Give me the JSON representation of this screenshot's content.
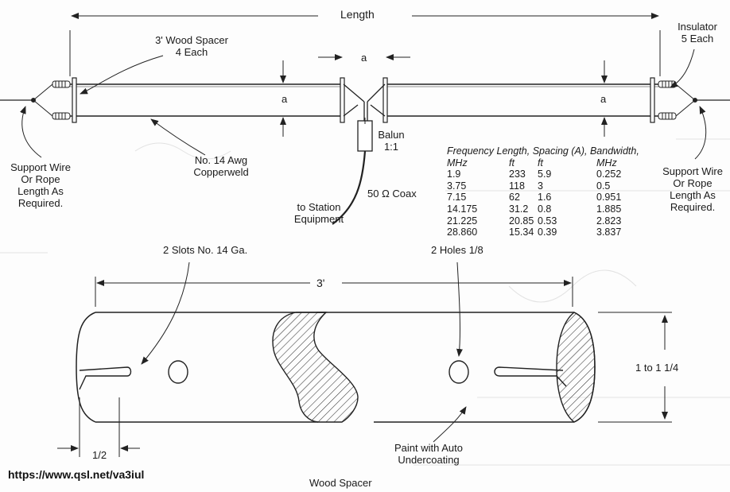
{
  "top": {
    "length": "Length",
    "wood_spacer": [
      "3' Wood Spacer",
      "4 Each"
    ],
    "insulator": [
      "Insulator",
      "5 Each"
    ],
    "spacing_top": "a",
    "spacing_left": "a",
    "spacing_right": "a",
    "support_left": [
      "Support Wire",
      "Or Rope",
      "Length As",
      "Required."
    ],
    "support_right": [
      "Support Wire",
      "Or Rope",
      "Length As",
      "Required."
    ],
    "wire": [
      "No. 14 Awg",
      "Copperweld"
    ],
    "balun": [
      "Balun",
      "1:1"
    ],
    "coax": "50 Ω Coax",
    "station": [
      "to Station",
      "Equipment"
    ]
  },
  "table": {
    "header": [
      "Frequency Length, Spacing (A), Bandwidth,",
      "MHz",
      "ft",
      "ft",
      "MHz"
    ],
    "rows": [
      [
        "1.9",
        "233",
        "5.9",
        "0.252"
      ],
      [
        "3.75",
        "118",
        "3",
        "0.5"
      ],
      [
        "7.15",
        "62",
        "1.6",
        "0.951"
      ],
      [
        "14.175",
        "31.2",
        "0.8",
        "1.885"
      ],
      [
        "21.225",
        "20.85",
        "0.53",
        "2.823"
      ],
      [
        "28.860",
        "15.34",
        "0.39",
        "3.837"
      ]
    ]
  },
  "bottom": {
    "slots": "2 Slots No. 14 Ga.",
    "holes": "2 Holes 1/8",
    "length": "3'",
    "diameter": "1 to 1 1/4",
    "half": "1/2",
    "paint": [
      "Paint with Auto",
      "Undercoating"
    ],
    "title": "Wood Spacer"
  },
  "url": "https://www.qsl.net/va3iul"
}
